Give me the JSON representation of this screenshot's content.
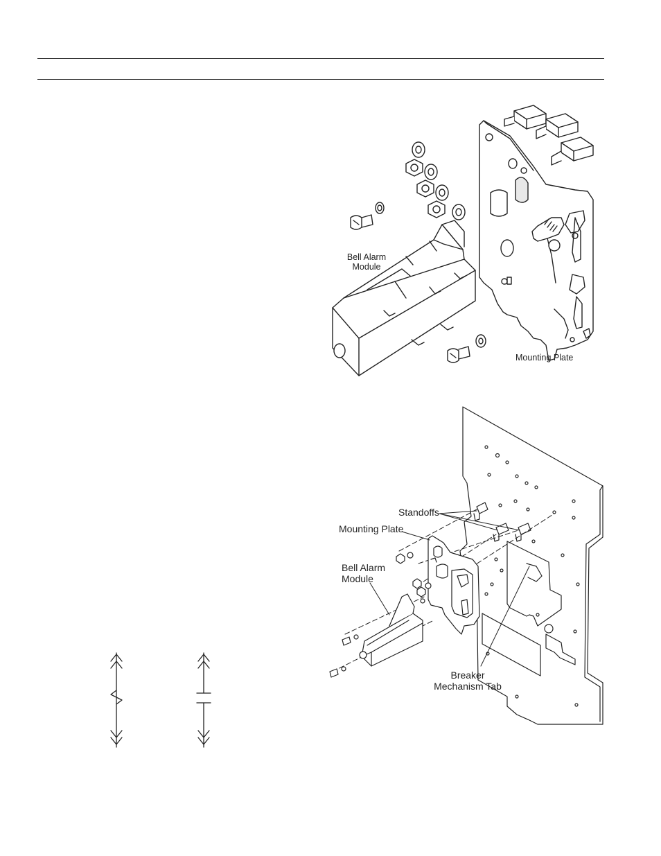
{
  "figure_top": {
    "labels": {
      "bell_alarm_module_line1": "Bell Alarm",
      "bell_alarm_module_line2": "Module",
      "mounting_plate": "Mounting Plate"
    }
  },
  "figure_bottom": {
    "labels": {
      "standoffs": "Standoffs",
      "mounting_plate": "Mounting Plate",
      "bell_alarm_module_line1": "Bell Alarm",
      "bell_alarm_module_line2": "Module",
      "breaker_mechanism_tab_line1": "Breaker",
      "breaker_mechanism_tab_line2": "Mechanism Tab"
    }
  },
  "schematic": {
    "symbols": [
      "alarm-switch-closed-symbol",
      "alarm-switch-open-symbol"
    ]
  },
  "colors": {
    "line": "#222222",
    "background": "#ffffff"
  }
}
